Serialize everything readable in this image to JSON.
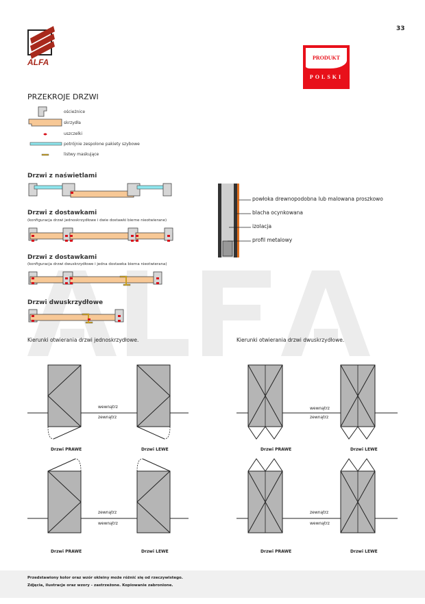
{
  "page_number": "33",
  "logo": {
    "text": "ALFA"
  },
  "watermark": "ALFA",
  "badge": {
    "line1": "PRODUKT",
    "line2": "POLSKI"
  },
  "title": "PRZEKROJE DRZWI",
  "legend": [
    {
      "icon": "frame-icon",
      "label": "ościeżnice"
    },
    {
      "icon": "door-leaf-icon",
      "label": "skrzydła"
    },
    {
      "icon": "seal-icon",
      "label": "uszczelki"
    },
    {
      "icon": "glass-pane-icon",
      "label": "potrójnie zespolone pakiety szybowe"
    },
    {
      "icon": "masking-strip-icon",
      "label": "listwy maskujące"
    }
  ],
  "sections": [
    {
      "title": "Drzwi z naświetlami",
      "subtitle": ""
    },
    {
      "title": "Drzwi z dostawkami",
      "subtitle": "(konfiguracja drzwi jednoskrzydłowe i dwie dostawki bierne nieotwierane)"
    },
    {
      "title": "Drzwi z dostawkami",
      "subtitle": "(konfiguracja drzwi dwuskrzydłowe i jedna dostawka bierna nieotwierana)"
    },
    {
      "title": "Drzwi dwuskrzydłowe",
      "subtitle": ""
    }
  ],
  "cross_section_labels": [
    "powłoka drewnopodobna lub malowana proszkowo",
    "blacha ocynkowana",
    "izolacja",
    "profil metalowy"
  ],
  "opening": {
    "single_title": "Kierunki otwierania drzwi jednoskrzydłowe.",
    "double_title": "Kierunki otwierania drzwi dwuskrzydłowe.",
    "inside": "wewnątrz",
    "outside": "zewnątrz",
    "right": "Drzwi PRAWE",
    "left": "Drzwi LEWE"
  },
  "footer": {
    "line1": "Przedstawiony kolor oraz wzór okleiny może różnić się od rzeczywistego.",
    "line2": "Zdjęcia, ilustracje oraz wzory - zastrzeżone. Kopiowanie zabronione."
  },
  "colors": {
    "frame": "#d6d6d6",
    "leaf": "#f7c896",
    "seal": "#d8101a",
    "glass": "#8fe6ee",
    "strip": "#c9a020",
    "brand": "#a8291c",
    "badge": "#e8101a",
    "door": "#b5b5b5"
  }
}
